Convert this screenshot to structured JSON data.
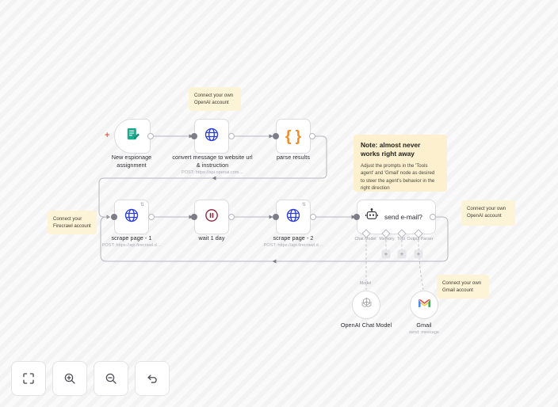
{
  "canvas": {
    "background": "#f7f7f8",
    "stripe_color": "#f3f3f4"
  },
  "nodes": [
    {
      "id": "new-espionage-assignment",
      "name": "New espionage assignment",
      "subtitle": "",
      "icon": "form-edit-icon",
      "type": "trigger",
      "accent": "#1aab8e"
    },
    {
      "id": "convert-message",
      "name": "convert message to website url & instruction",
      "subtitle": "POST: https://api.openai.com…",
      "icon": "globe-icon",
      "type": "http",
      "accent": "#2b3ddb"
    },
    {
      "id": "parse-results",
      "name": "parse results",
      "subtitle": "",
      "icon": "code-braces-icon",
      "type": "code",
      "accent": "#f08a24"
    },
    {
      "id": "scrape-page-1",
      "name": "scrape page - 1",
      "subtitle": "POST: https://api.firecrawl.d…",
      "icon": "globe-icon",
      "type": "http",
      "accent": "#2b3ddb"
    },
    {
      "id": "wait-1-day",
      "name": "wait 1 day",
      "subtitle": "",
      "icon": "pause-icon",
      "type": "wait",
      "accent": "#8d2036"
    },
    {
      "id": "scrape-page-2",
      "name": "scrape page - 2",
      "subtitle": "POST: https://api.firecrawl.d…",
      "icon": "globe-icon",
      "type": "http",
      "accent": "#2b3ddb"
    },
    {
      "id": "send-email",
      "name": "send e-mail?",
      "subtitle": "",
      "icon": "robot-icon",
      "type": "agent",
      "accent": "#2b2b31"
    },
    {
      "id": "openai-chat-model",
      "name": "OpenAI Chat Model",
      "subtitle": "",
      "icon": "openai-icon",
      "type": "sub",
      "accent": "#74aa9c"
    },
    {
      "id": "gmail",
      "name": "Gmail",
      "subtitle": "send: message",
      "icon": "gmail-icon",
      "type": "sub",
      "accent": "#ea4335"
    }
  ],
  "agent_ports": [
    {
      "label": "Chat Model"
    },
    {
      "label": "Memory"
    },
    {
      "label": "Tool"
    },
    {
      "label": "Output Parser"
    }
  ],
  "connection_labels": {
    "model": "Model"
  },
  "sticky_notes": [
    {
      "id": "sticky-openai-top",
      "text": "Connect your own OpenAI account"
    },
    {
      "id": "sticky-firecrawl",
      "text": "Connect your Firecrawl account"
    },
    {
      "id": "sticky-openai-right",
      "text": "Connect your own OpenAI account"
    },
    {
      "id": "sticky-gmail",
      "text": "Connect your own Gmail account"
    }
  ],
  "note_card": {
    "id": "note-card",
    "title": "Note: almost never works right away",
    "body": "Adjust the prompts in the 'Tools agent' and 'Gmail' node as desired to steer the agent's behavior in the right direction"
  },
  "toolbar": [
    {
      "id": "fit-view-button",
      "icon": "fit-view-icon",
      "label": "Fit view"
    },
    {
      "id": "zoom-in-button",
      "icon": "zoom-in-icon",
      "label": "Zoom in"
    },
    {
      "id": "zoom-out-button",
      "icon": "zoom-out-icon",
      "label": "Zoom out"
    },
    {
      "id": "reset-zoom-button",
      "icon": "undo-arrow-icon",
      "label": "Reset zoom"
    }
  ],
  "trigger_marker": "+"
}
